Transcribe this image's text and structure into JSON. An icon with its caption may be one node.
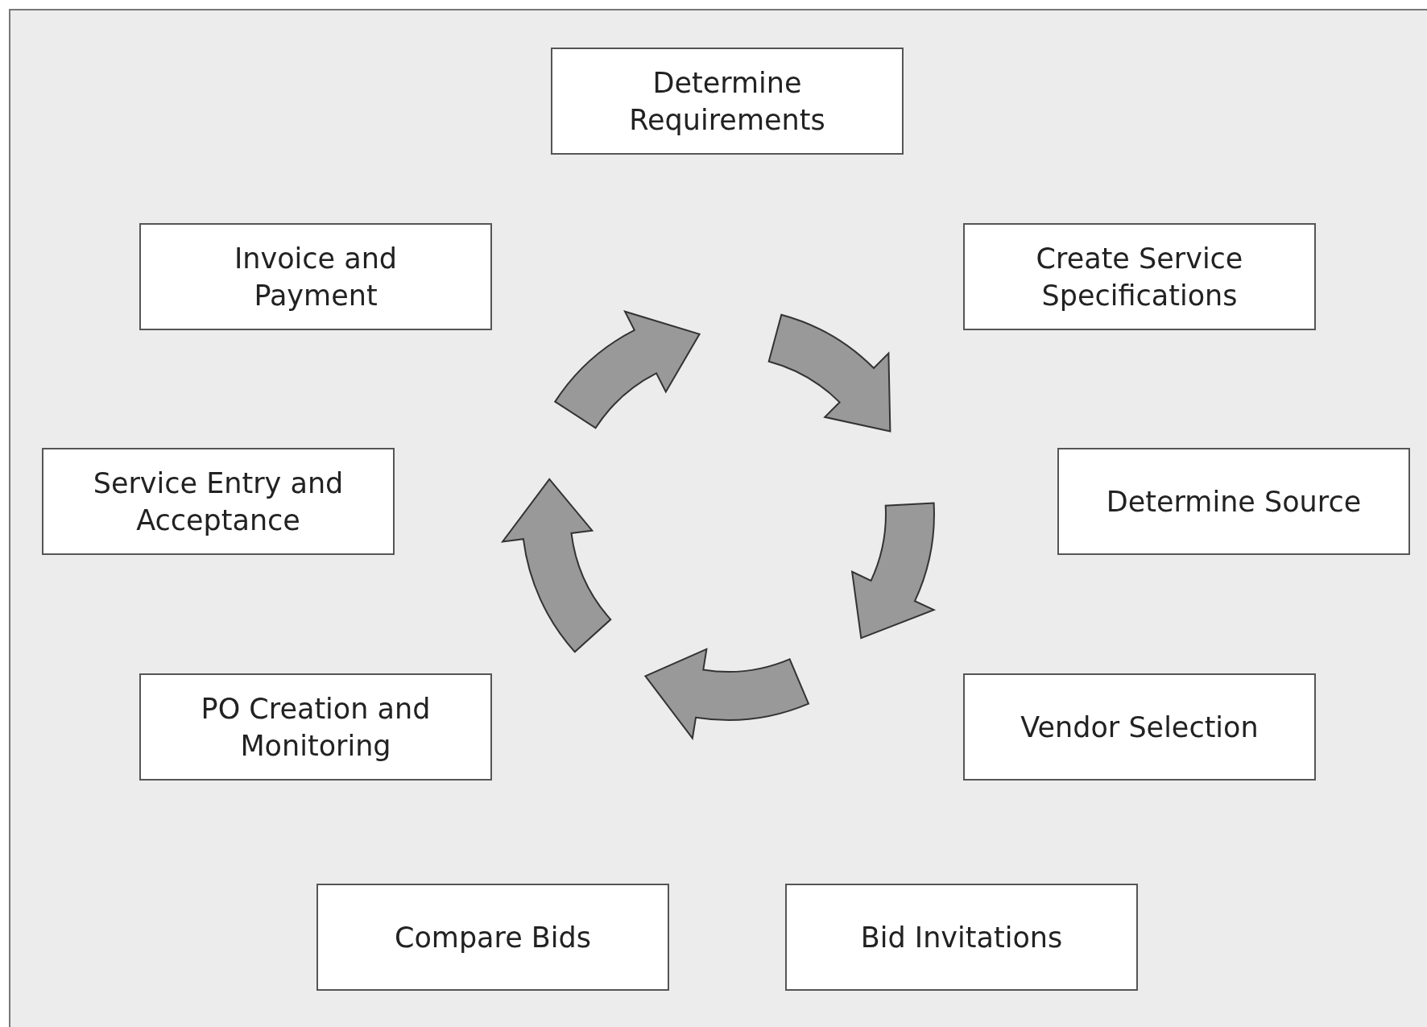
{
  "diagram": {
    "nodes": [
      {
        "text": [
          "Determine Requirements"
        ]
      },
      {
        "text": [
          "Invoice and Payment"
        ]
      },
      {
        "text": [
          "Create Service Specifications"
        ]
      },
      {
        "text": [
          "Service Entry and Acceptance"
        ]
      },
      {
        "text": [
          "Determine Source"
        ]
      },
      {
        "text": [
          "PO Creation and Monitoring"
        ]
      },
      {
        "text": [
          "Vendor Selection"
        ]
      },
      {
        "text": [
          "Compare Bids"
        ]
      },
      {
        "text": [
          "Bid Invitations"
        ]
      }
    ]
  }
}
